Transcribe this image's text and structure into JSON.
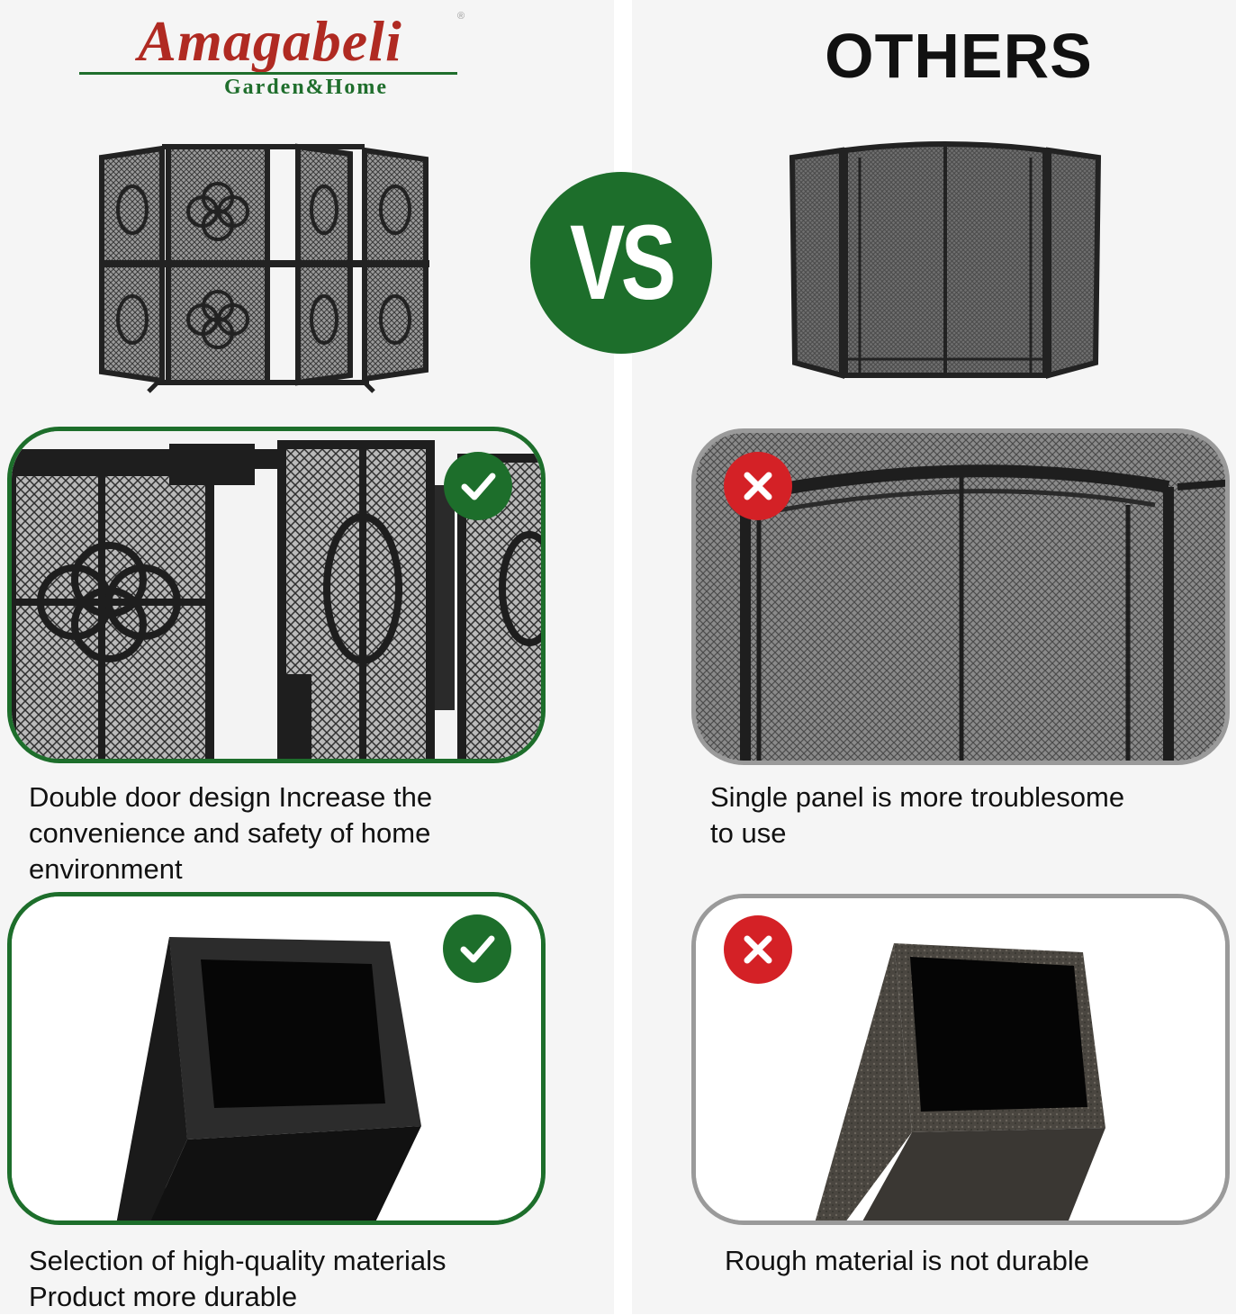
{
  "brand": {
    "name": "Amagabeli",
    "tagline": "Garden&Home",
    "registered_mark": "®"
  },
  "competitor": {
    "title": "OTHERS"
  },
  "vs_badge": {
    "label": "VS"
  },
  "left_column": {
    "product_image": "fireplace-screen-double-door-icon",
    "features": [
      {
        "verdict": "check-icon",
        "image": "double-door-closeup",
        "caption_lines": [
          "Double door design Increase the",
          "convenience and safety of home",
          "environment"
        ]
      },
      {
        "verdict": "check-icon",
        "image": "smooth-square-tube-closeup",
        "caption_lines": [
          "Selection of high-quality materials",
          "Product more durable"
        ]
      }
    ]
  },
  "right_column": {
    "product_image": "fireplace-screen-three-panel-icon",
    "features": [
      {
        "verdict": "cross-icon",
        "image": "single-panel-closeup",
        "caption_lines": [
          "Single panel is more troublesome",
          "to use"
        ]
      },
      {
        "verdict": "cross-icon",
        "image": "rough-square-tube-closeup",
        "caption_lines": [
          "Rough material is not durable"
        ]
      }
    ]
  },
  "colors": {
    "brand_green": "#1d6e2b",
    "brand_red": "#b02a22",
    "cross_red": "#d42126",
    "good_border": "#1d6e2b",
    "bad_border": "#9a9a9a",
    "background": "#f5f5f5"
  }
}
